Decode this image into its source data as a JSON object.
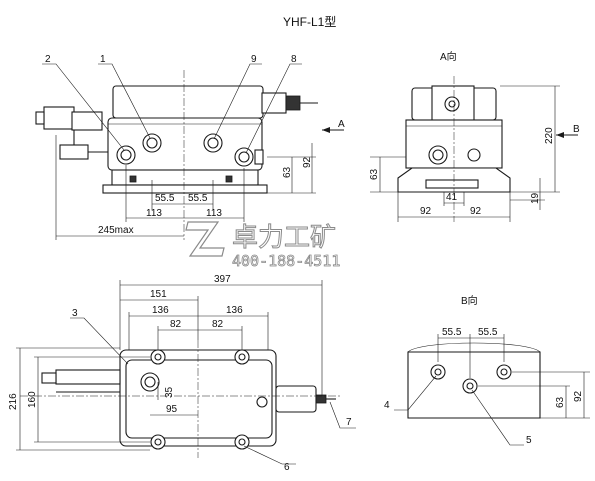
{
  "title": "YHF-L1型",
  "views": {
    "a_view": "A向",
    "b_view": "B向",
    "arrow_a": "A",
    "arrow_b": "B"
  },
  "callouts": {
    "c1": "1",
    "c2": "2",
    "c3": "3",
    "c4": "4",
    "c5": "5",
    "c6": "6",
    "c7": "7",
    "c8": "8",
    "c9": "9"
  },
  "dimensions": {
    "front_55_5_left": "55.5",
    "front_55_5_right": "55.5",
    "front_113_left": "113",
    "front_113_right": "113",
    "front_245max": "245max",
    "front_63": "63",
    "front_92": "92",
    "side_220": "220",
    "side_63": "63",
    "side_41": "41",
    "side_92_left": "92",
    "side_92_right": "92",
    "side_19": "19",
    "top_397": "397",
    "top_151": "151",
    "top_136_left": "136",
    "top_136_right": "136",
    "top_82_left": "82",
    "top_82_right": "82",
    "top_216": "216",
    "top_160": "160",
    "top_35": "35",
    "top_95": "95",
    "b_55_5_left": "55.5",
    "b_55_5_right": "55.5",
    "b_63": "63",
    "b_92": "92"
  },
  "watermark": {
    "brand": "卓力工矿",
    "phone": "400-188-4511"
  }
}
